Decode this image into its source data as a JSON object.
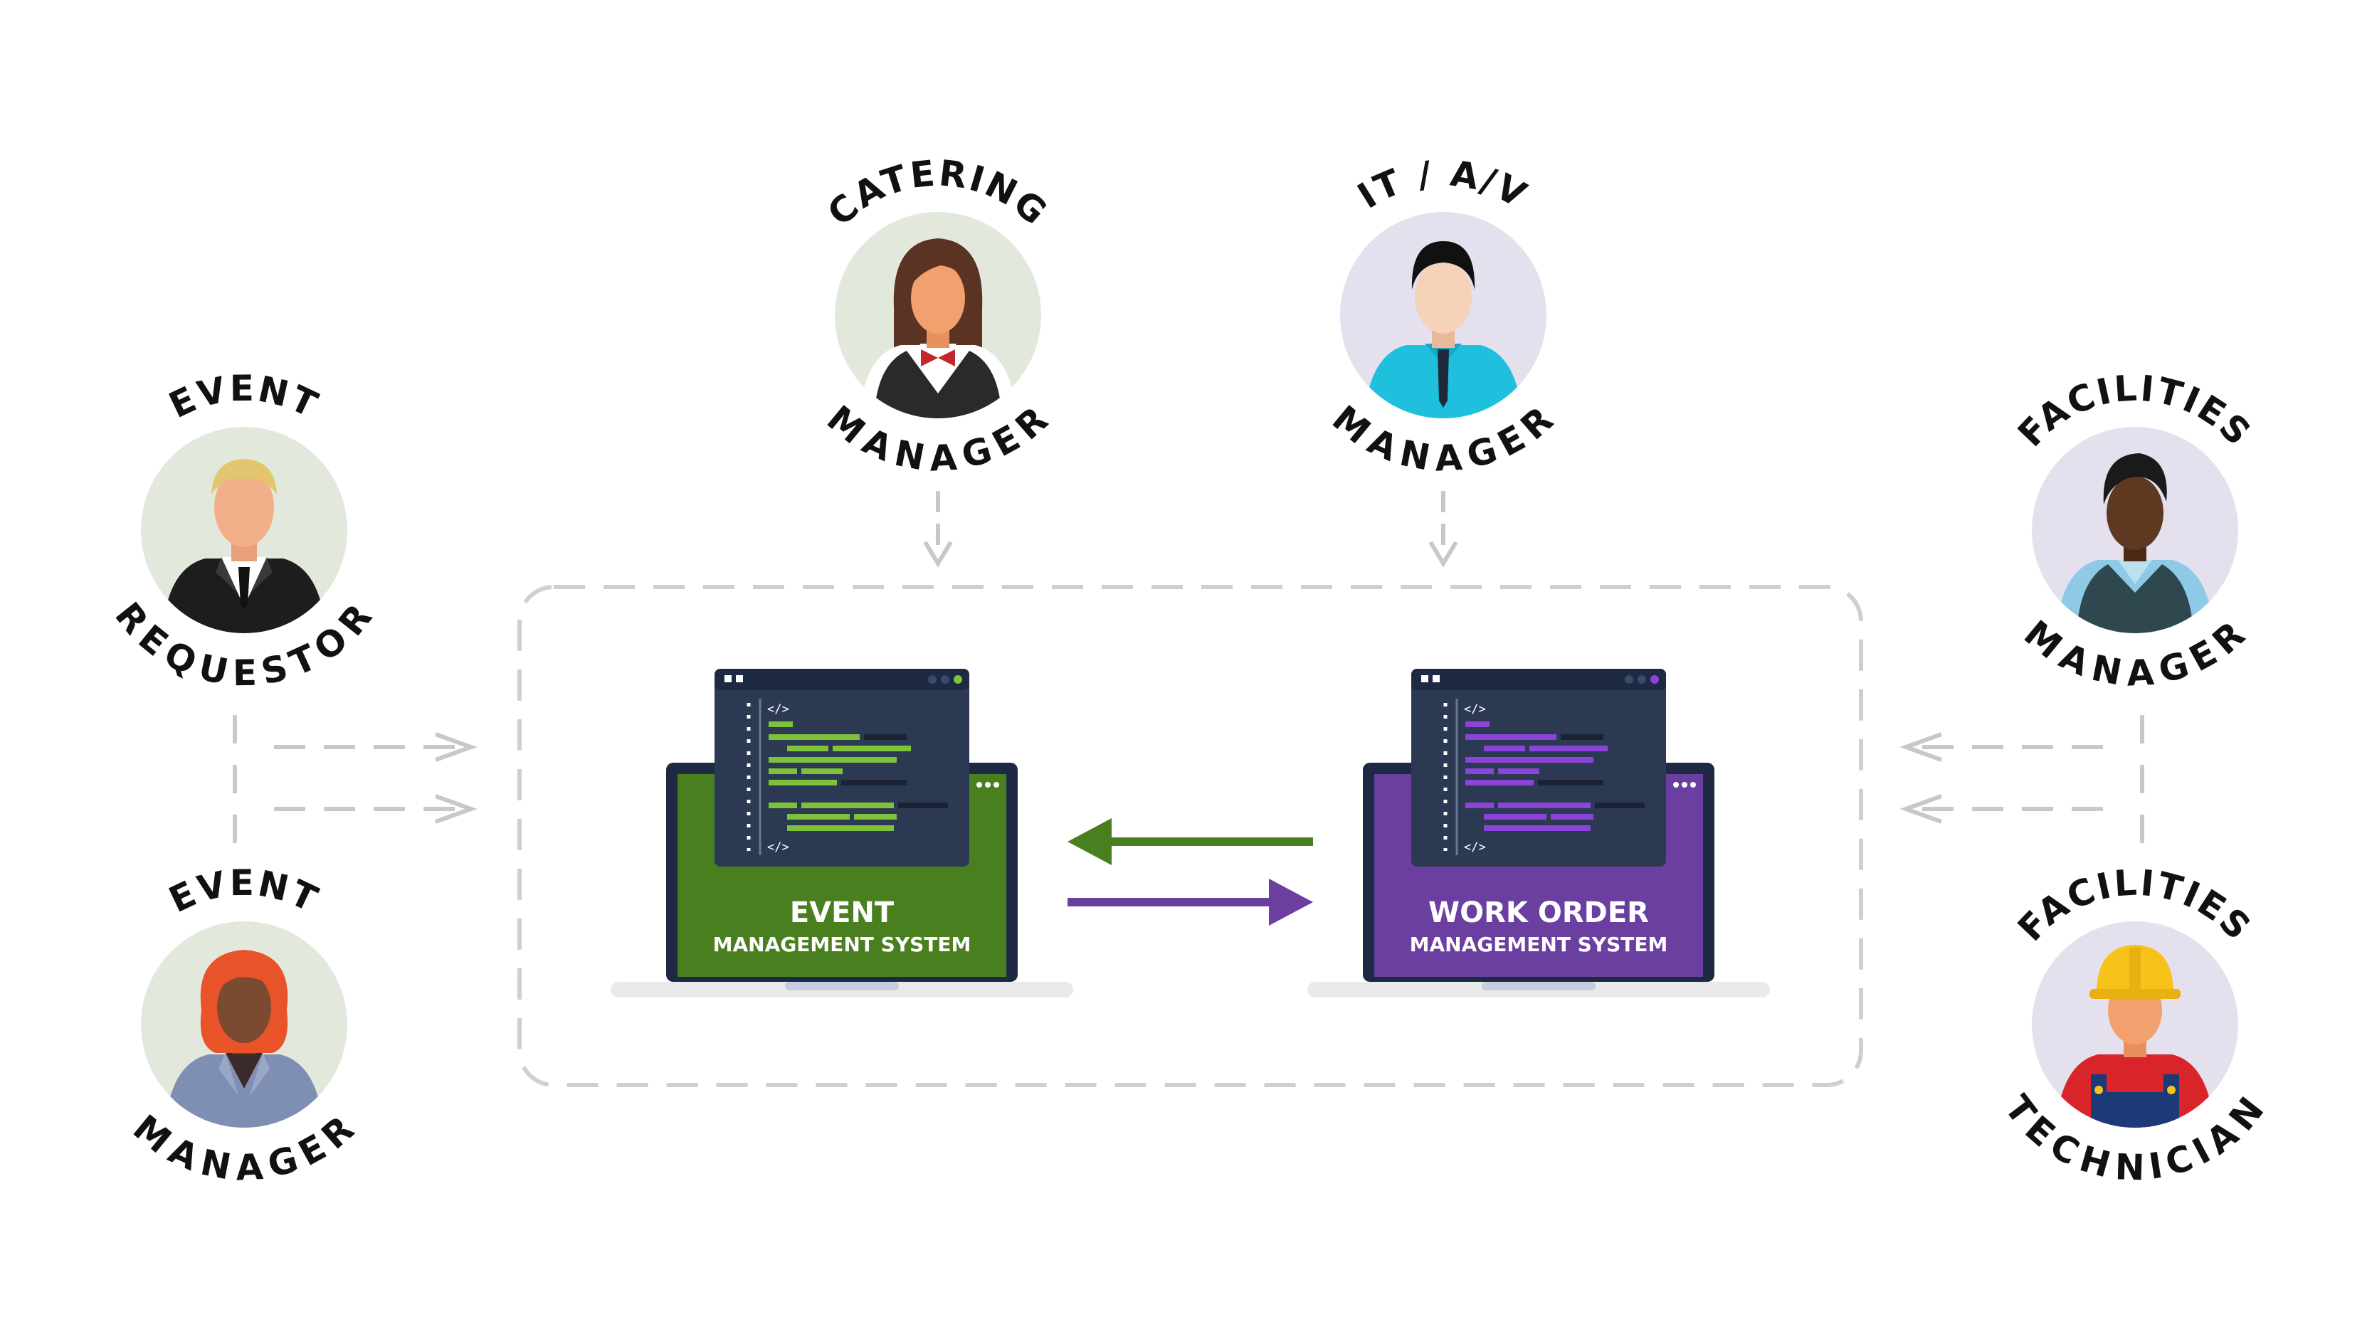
{
  "colors": {
    "background": "#ffffff",
    "dash_gray": "#cfcfcf",
    "arrow_gray": "#c8c8c8",
    "event_green": "#4a7f20",
    "workorder_purple": "#6a3fa0",
    "screen_navy": "#1e2a44",
    "avatar_bg_green": "#e3e8dd",
    "avatar_bg_lavender": "#e4e0ee"
  },
  "roles": [
    {
      "id": "event-requestor",
      "top": "EVENT",
      "bottom": "REQUESTOR",
      "icon": "businessman-avatar-icon",
      "bg": "#e3e8dd"
    },
    {
      "id": "event-manager",
      "top": "EVENT",
      "bottom": "MANAGER",
      "icon": "redhead-woman-avatar-icon",
      "bg": "#e3e8dd"
    },
    {
      "id": "catering-manager",
      "top": "CATERING",
      "bottom": "MANAGER",
      "icon": "waitress-avatar-icon",
      "bg": "#e3e8dd"
    },
    {
      "id": "itav-manager",
      "top": "IT / A/V",
      "bottom": "MANAGER",
      "icon": "it-worker-avatar-icon",
      "bg": "#e4e0ee"
    },
    {
      "id": "facilities-manager",
      "top": "FACILITIES",
      "bottom": "MANAGER",
      "icon": "facilities-man-avatar-icon",
      "bg": "#e4e0ee"
    },
    {
      "id": "facilities-technician",
      "top": "FACILITIES",
      "bottom": "TECHNICIAN",
      "icon": "hardhat-technician-avatar-icon",
      "bg": "#e4e0ee"
    }
  ],
  "systems": {
    "event": {
      "title": "EVENT",
      "subtitle": "MANAGEMENT SYSTEM",
      "color": "#4a7f20",
      "code_color": "#7ec23a"
    },
    "work_order": {
      "title": "WORK ORDER",
      "subtitle": "MANAGEMENT SYSTEM",
      "color": "#6a3fa0",
      "code_color": "#8a45d8"
    }
  },
  "code_tag": "</>"
}
